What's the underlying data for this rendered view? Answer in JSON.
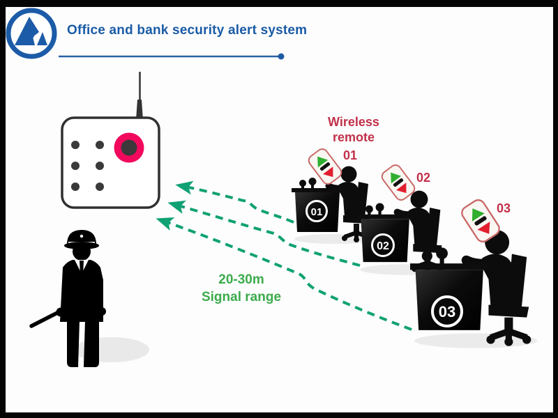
{
  "header": {
    "title": "Office and bank security alert system",
    "logo_icon": "triangle-peaks-logo",
    "accent_blue": "#1a5ba6"
  },
  "receiver": {
    "name": "wireless receiver alarm unit",
    "antenna_icon": "antenna",
    "alert_button_color": "#f2095e",
    "speaker_dot_count": 6
  },
  "guard": {
    "icon": "security-guard-silhouette"
  },
  "remote_group": {
    "heading_line1": "Wireless",
    "heading_line2": "remote",
    "label_color": "#c2304a",
    "items": [
      {
        "id": "01",
        "icon": "panic-remote"
      },
      {
        "id": "02",
        "icon": "panic-remote"
      },
      {
        "id": "03",
        "icon": "panic-remote"
      }
    ]
  },
  "desks": [
    {
      "number": "01"
    },
    {
      "number": "02"
    },
    {
      "number": "03"
    }
  ],
  "signal": {
    "line1": "20-30m",
    "line2": "Signal range",
    "text_color": "#3cab4c",
    "arrow_color": "#0fa173",
    "arrow_count": 3
  }
}
